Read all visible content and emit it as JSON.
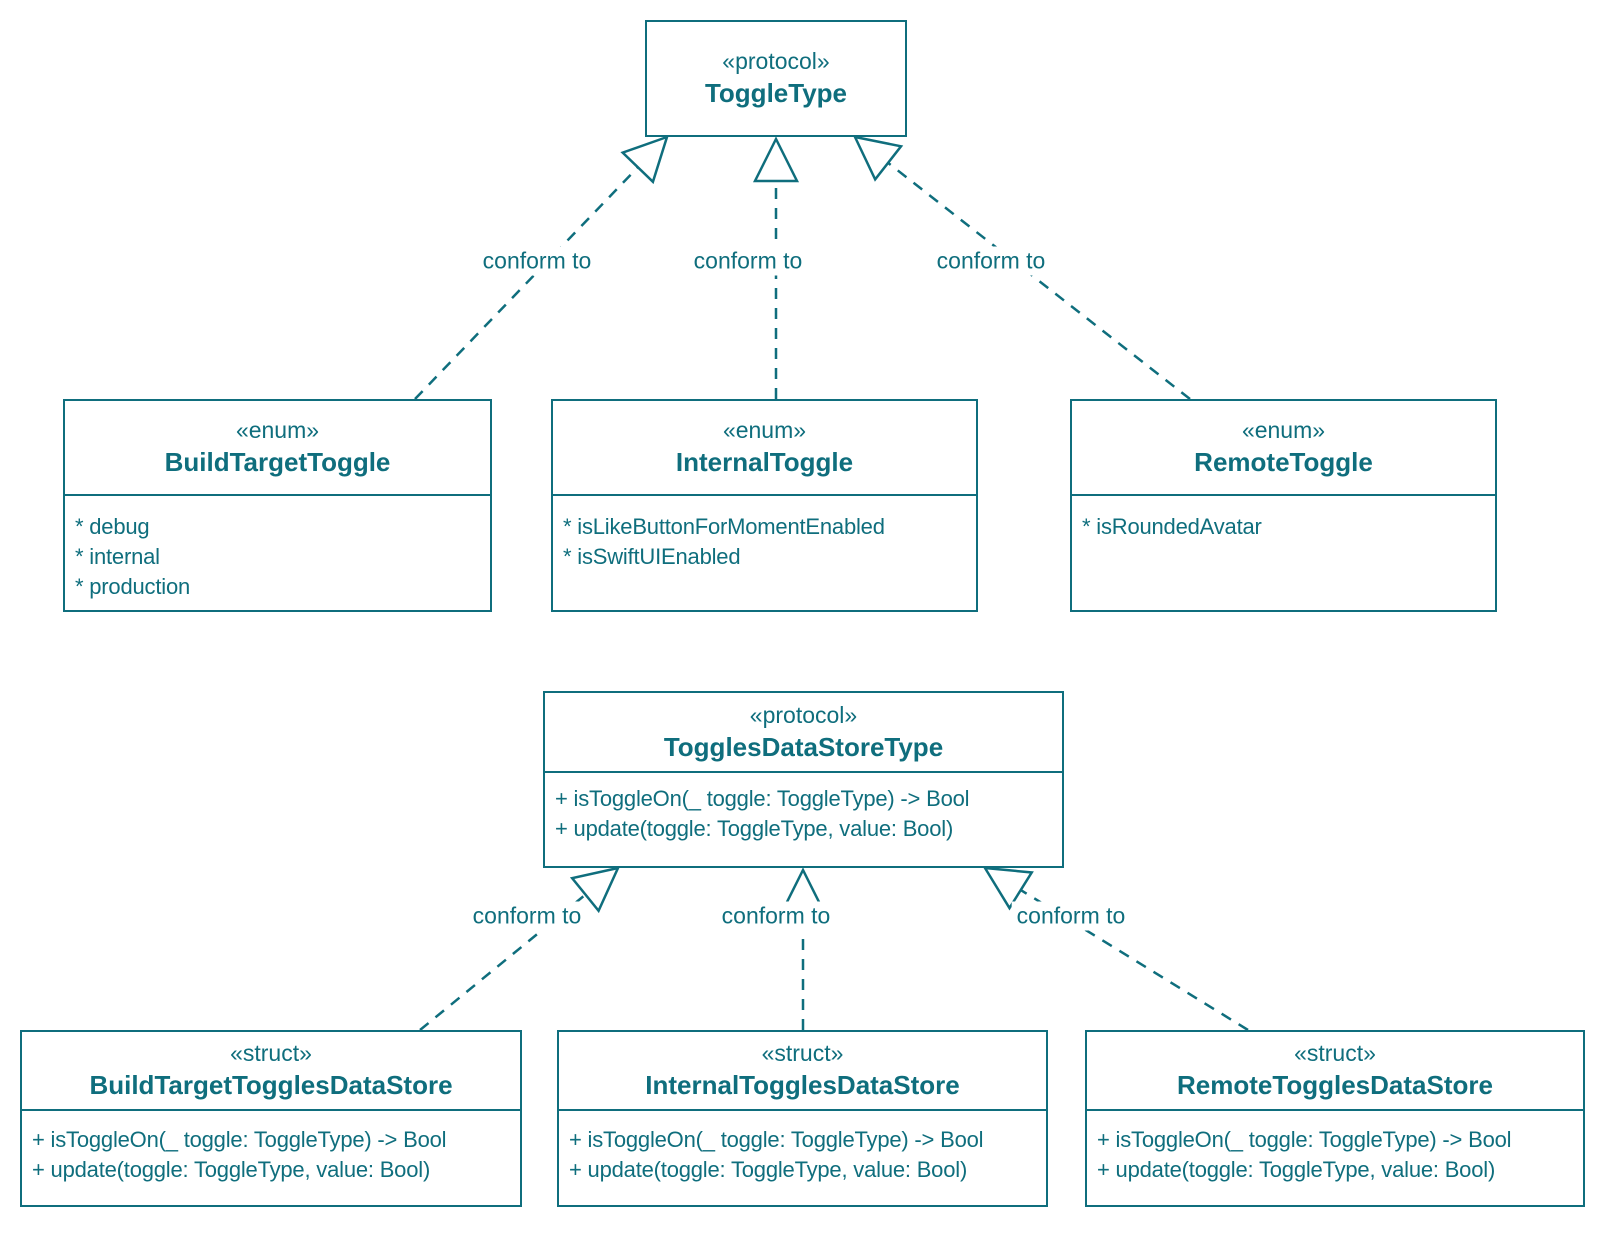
{
  "diagram": {
    "type": "uml-class-diagram",
    "colors": {
      "accent": "#0f6e7d",
      "background": "#ffffff"
    }
  },
  "nodes": {
    "toggle_type": {
      "stereotype": "«protocol»",
      "name": "ToggleType"
    },
    "build_target_toggle": {
      "stereotype": "«enum»",
      "name": "BuildTargetToggle",
      "members": [
        "* debug",
        "* internal",
        "* production"
      ]
    },
    "internal_toggle": {
      "stereotype": "«enum»",
      "name": "InternalToggle",
      "members": [
        "* isLikeButtonForMomentEnabled",
        "* isSwiftUIEnabled"
      ]
    },
    "remote_toggle": {
      "stereotype": "«enum»",
      "name": "RemoteToggle",
      "members": [
        "* isRoundedAvatar"
      ]
    },
    "toggles_data_store_type": {
      "stereotype": "«protocol»",
      "name": "TogglesDataStoreType",
      "members": [
        "+ isToggleOn(_ toggle: ToggleType) -> Bool",
        "+ update(toggle: ToggleType, value: Bool)"
      ]
    },
    "build_target_toggles_data_store": {
      "stereotype": "«struct»",
      "name": "BuildTargetTogglesDataStore",
      "members": [
        "+ isToggleOn(_ toggle: ToggleType) -> Bool",
        "+ update(toggle: ToggleType, value: Bool)"
      ]
    },
    "internal_toggles_data_store": {
      "stereotype": "«struct»",
      "name": "InternalTogglesDataStore",
      "members": [
        "+ isToggleOn(_ toggle: ToggleType) -> Bool",
        "+ update(toggle: ToggleType, value: Bool)"
      ]
    },
    "remote_toggles_data_store": {
      "stereotype": "«struct»",
      "name": "RemoteTogglesDataStore",
      "members": [
        "+ isToggleOn(_ toggle: ToggleType) -> Bool",
        "+ update(toggle: ToggleType, value: Bool)"
      ]
    }
  },
  "connections": [
    {
      "from": "BuildTargetToggle",
      "to": "ToggleType",
      "label": "conform to"
    },
    {
      "from": "InternalToggle",
      "to": "ToggleType",
      "label": "conform to"
    },
    {
      "from": "RemoteToggle",
      "to": "ToggleType",
      "label": "conform to"
    },
    {
      "from": "BuildTargetTogglesDataStore",
      "to": "TogglesDataStoreType",
      "label": "conform to"
    },
    {
      "from": "InternalTogglesDataStore",
      "to": "TogglesDataStoreType",
      "label": "conform to"
    },
    {
      "from": "RemoteTogglesDataStore",
      "to": "TogglesDataStoreType",
      "label": "conform to"
    }
  ]
}
